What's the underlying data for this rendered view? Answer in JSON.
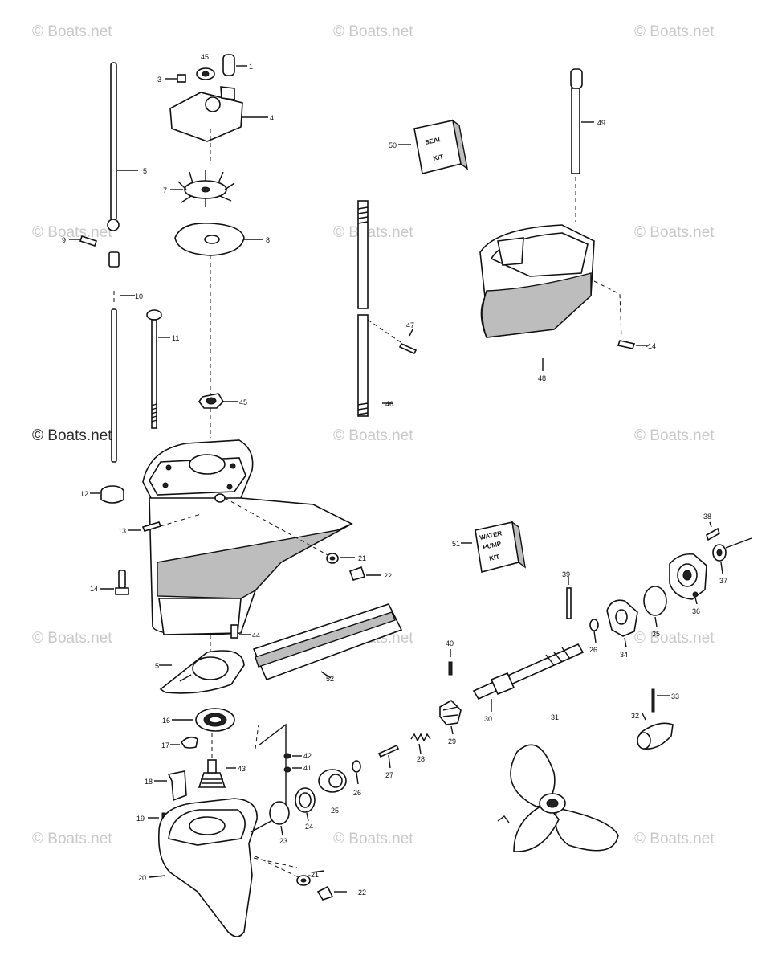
{
  "watermarks": [
    "© Boats.net",
    "© Boats.net",
    "© Boats.net",
    "© Boats.net",
    "© Boats.net",
    "© Boats.net",
    "© Boats.net",
    "© Boats.net",
    "© Boats.net",
    "© Boats.net",
    "© Boats.net",
    "© Boats.net",
    "© Boats.net",
    "© Boats.net",
    "© Boats.net"
  ],
  "kits": {
    "seal_kit": [
      "SEAL",
      "KIT"
    ],
    "water_pump_kit": [
      "WATER",
      "PUMP",
      "KIT"
    ]
  },
  "part_labels": {
    "p1": "1",
    "p3": "3",
    "p4": "4",
    "p45a": "45",
    "p5a": "5",
    "p7": "7",
    "p8": "8",
    "p9": "9",
    "p10": "10",
    "p11": "11",
    "p45b": "45",
    "p12": "12",
    "p13": "13",
    "p14a": "14",
    "p21a": "21",
    "p22a": "22",
    "p44": "44",
    "p5b": "5",
    "p16": "16",
    "p17": "17",
    "p18": "18",
    "p19": "19",
    "p20": "20",
    "p42": "42",
    "p41": "41",
    "p43": "43",
    "p23": "23",
    "p24": "24",
    "p25": "25",
    "p26a": "26",
    "p27": "27",
    "p28": "28",
    "p29": "29",
    "p30": "30",
    "p40": "40",
    "p21b": "-21",
    "p22b": "22",
    "p50": "50",
    "p49": "49",
    "p48": "48",
    "p14b": "-14",
    "p47": "47",
    "p46": "46",
    "p51": "51",
    "p52": "52",
    "p39": "39",
    "p26b": "26",
    "p34": "34",
    "p35": "35",
    "p36": "36",
    "p37": "37",
    "p38": "38",
    "p31": "31",
    "p32": "32",
    "p33": "33"
  }
}
